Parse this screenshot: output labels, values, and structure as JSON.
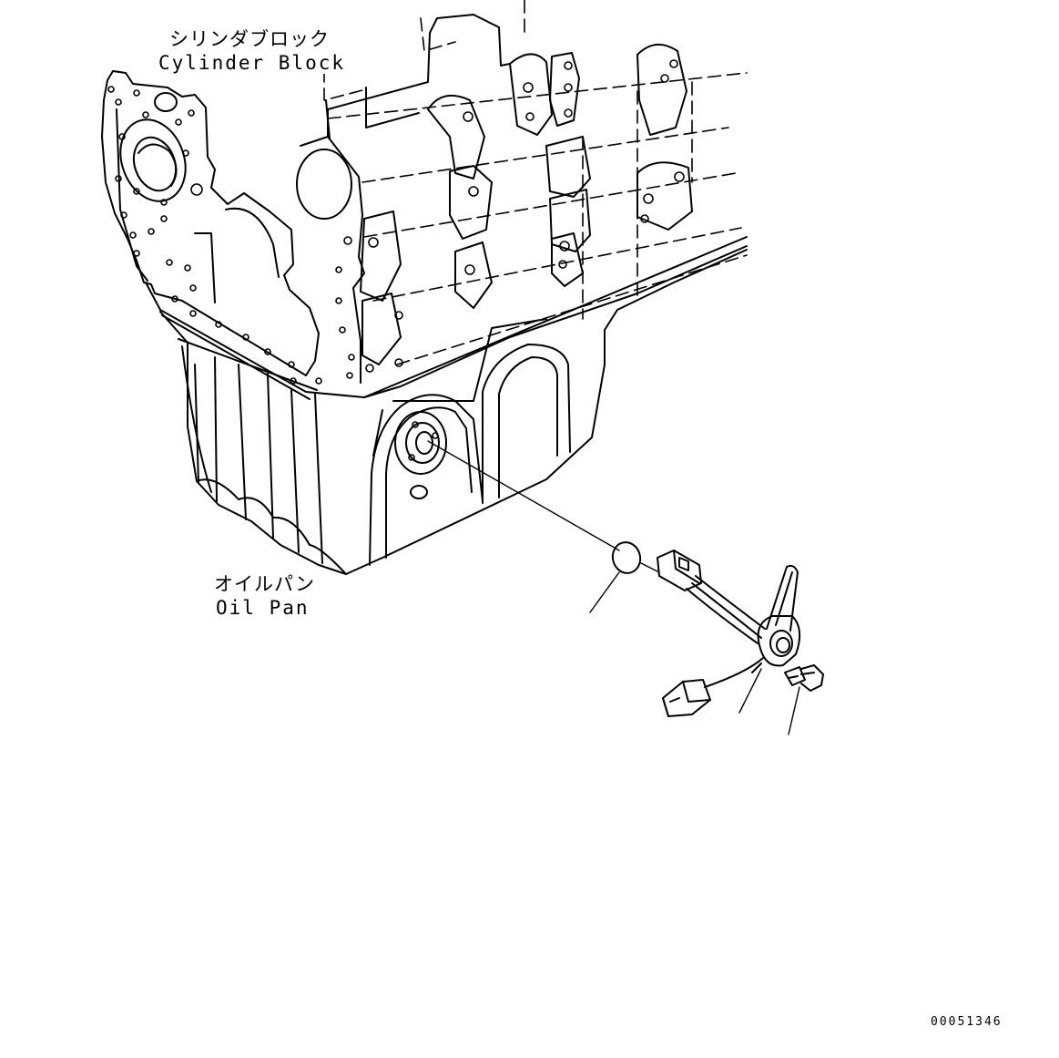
{
  "labels": {
    "cylinder_block_jp": "シリンダブロック",
    "cylinder_block_en": "Cylinder Block",
    "oil_pan_jp": "オイルパン",
    "oil_pan_en": "Oil Pan"
  },
  "drawing_number": "00051346",
  "colors": {
    "line": "#000000",
    "background": "#ffffff"
  }
}
